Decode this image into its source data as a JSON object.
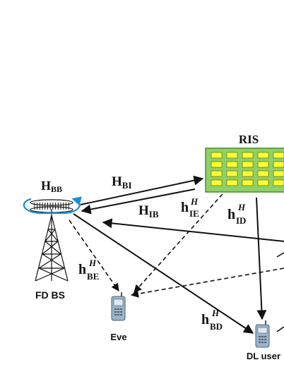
{
  "ris": {
    "label": "RIS"
  },
  "bs": {
    "label": "FD BS",
    "self_channel": {
      "main": "H",
      "sub": "BB"
    }
  },
  "eve": {
    "label": "Eve"
  },
  "user": {
    "label": "DL user"
  },
  "channels": {
    "h_bi": {
      "main": "H",
      "sub": "BI"
    },
    "h_ib": {
      "main": "H",
      "sub": "IB"
    },
    "h_ie": {
      "main": "h",
      "sup": "H",
      "sub": "IE"
    },
    "h_id": {
      "main": "h",
      "sup": "H",
      "sub": "ID"
    },
    "h_be": {
      "main": "h",
      "sup": "H",
      "sub": "BE"
    },
    "h_bd": {
      "main": "h",
      "sup": "H",
      "sub": "BD"
    }
  },
  "colors": {
    "ris_panel": "#8fd068",
    "ris_border": "#4e8a2c",
    "ris_cell": "#ffff33",
    "self_loop": "#1a8fd6",
    "phone": "#9bb4c8",
    "line": "#111111"
  }
}
